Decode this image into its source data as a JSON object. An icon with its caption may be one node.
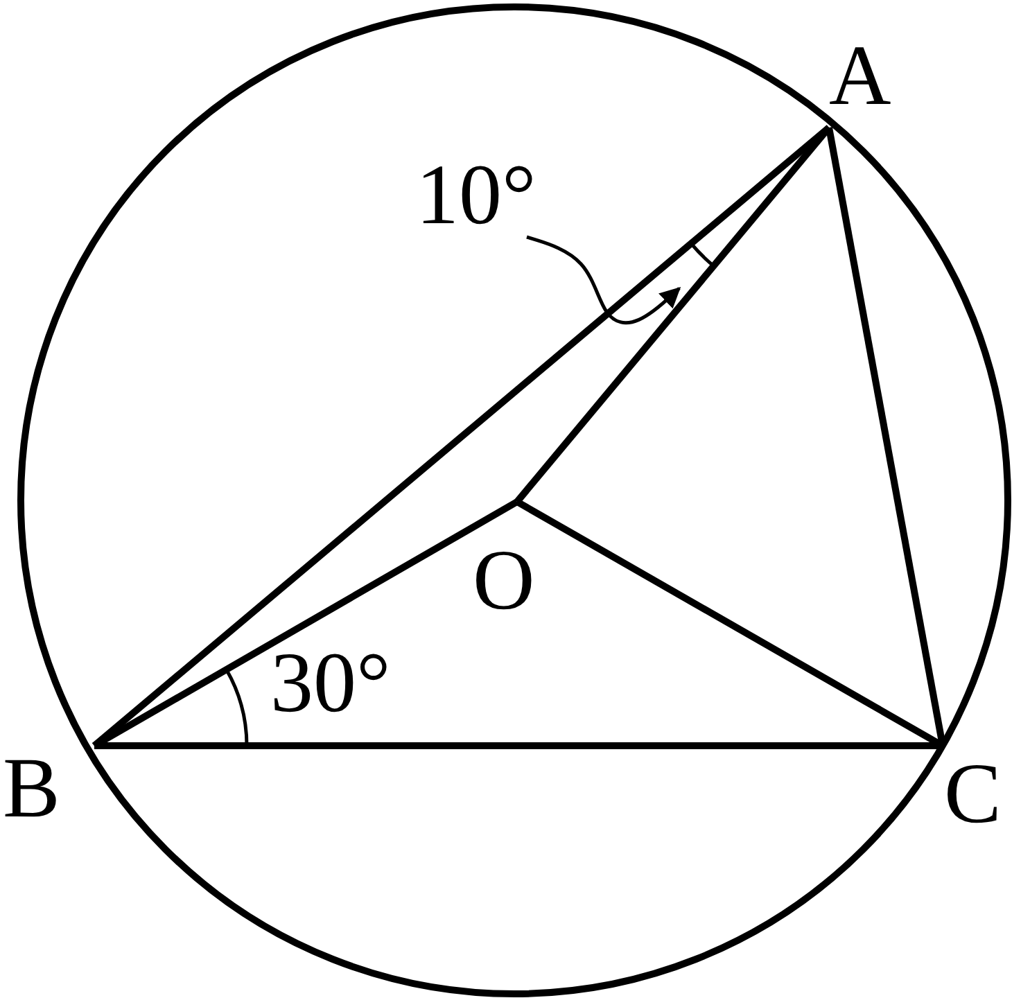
{
  "diagram": {
    "nodes": [
      {
        "text": [
          "A"
        ]
      },
      {
        "text": [
          "B"
        ]
      },
      {
        "text": [
          "C"
        ]
      },
      {
        "text": [
          "O"
        ]
      },
      {
        "text": [
          "10°"
        ]
      }
    ],
    "edges": [
      {
        "from": 0,
        "to": 1,
        "arrow": "none"
      },
      {
        "from": 0,
        "to": 3,
        "arrow": "none"
      },
      {
        "from": 0,
        "to": 2,
        "arrow": "none"
      },
      {
        "from": 1,
        "to": 3,
        "arrow": "none"
      },
      {
        "from": 3,
        "to": 2,
        "arrow": "none"
      },
      {
        "from": 1,
        "to": 2,
        "arrow": "none"
      },
      {
        "from": 4,
        "to": null,
        "arrow": "to"
      }
    ],
    "labels": [
      "30°"
    ]
  }
}
